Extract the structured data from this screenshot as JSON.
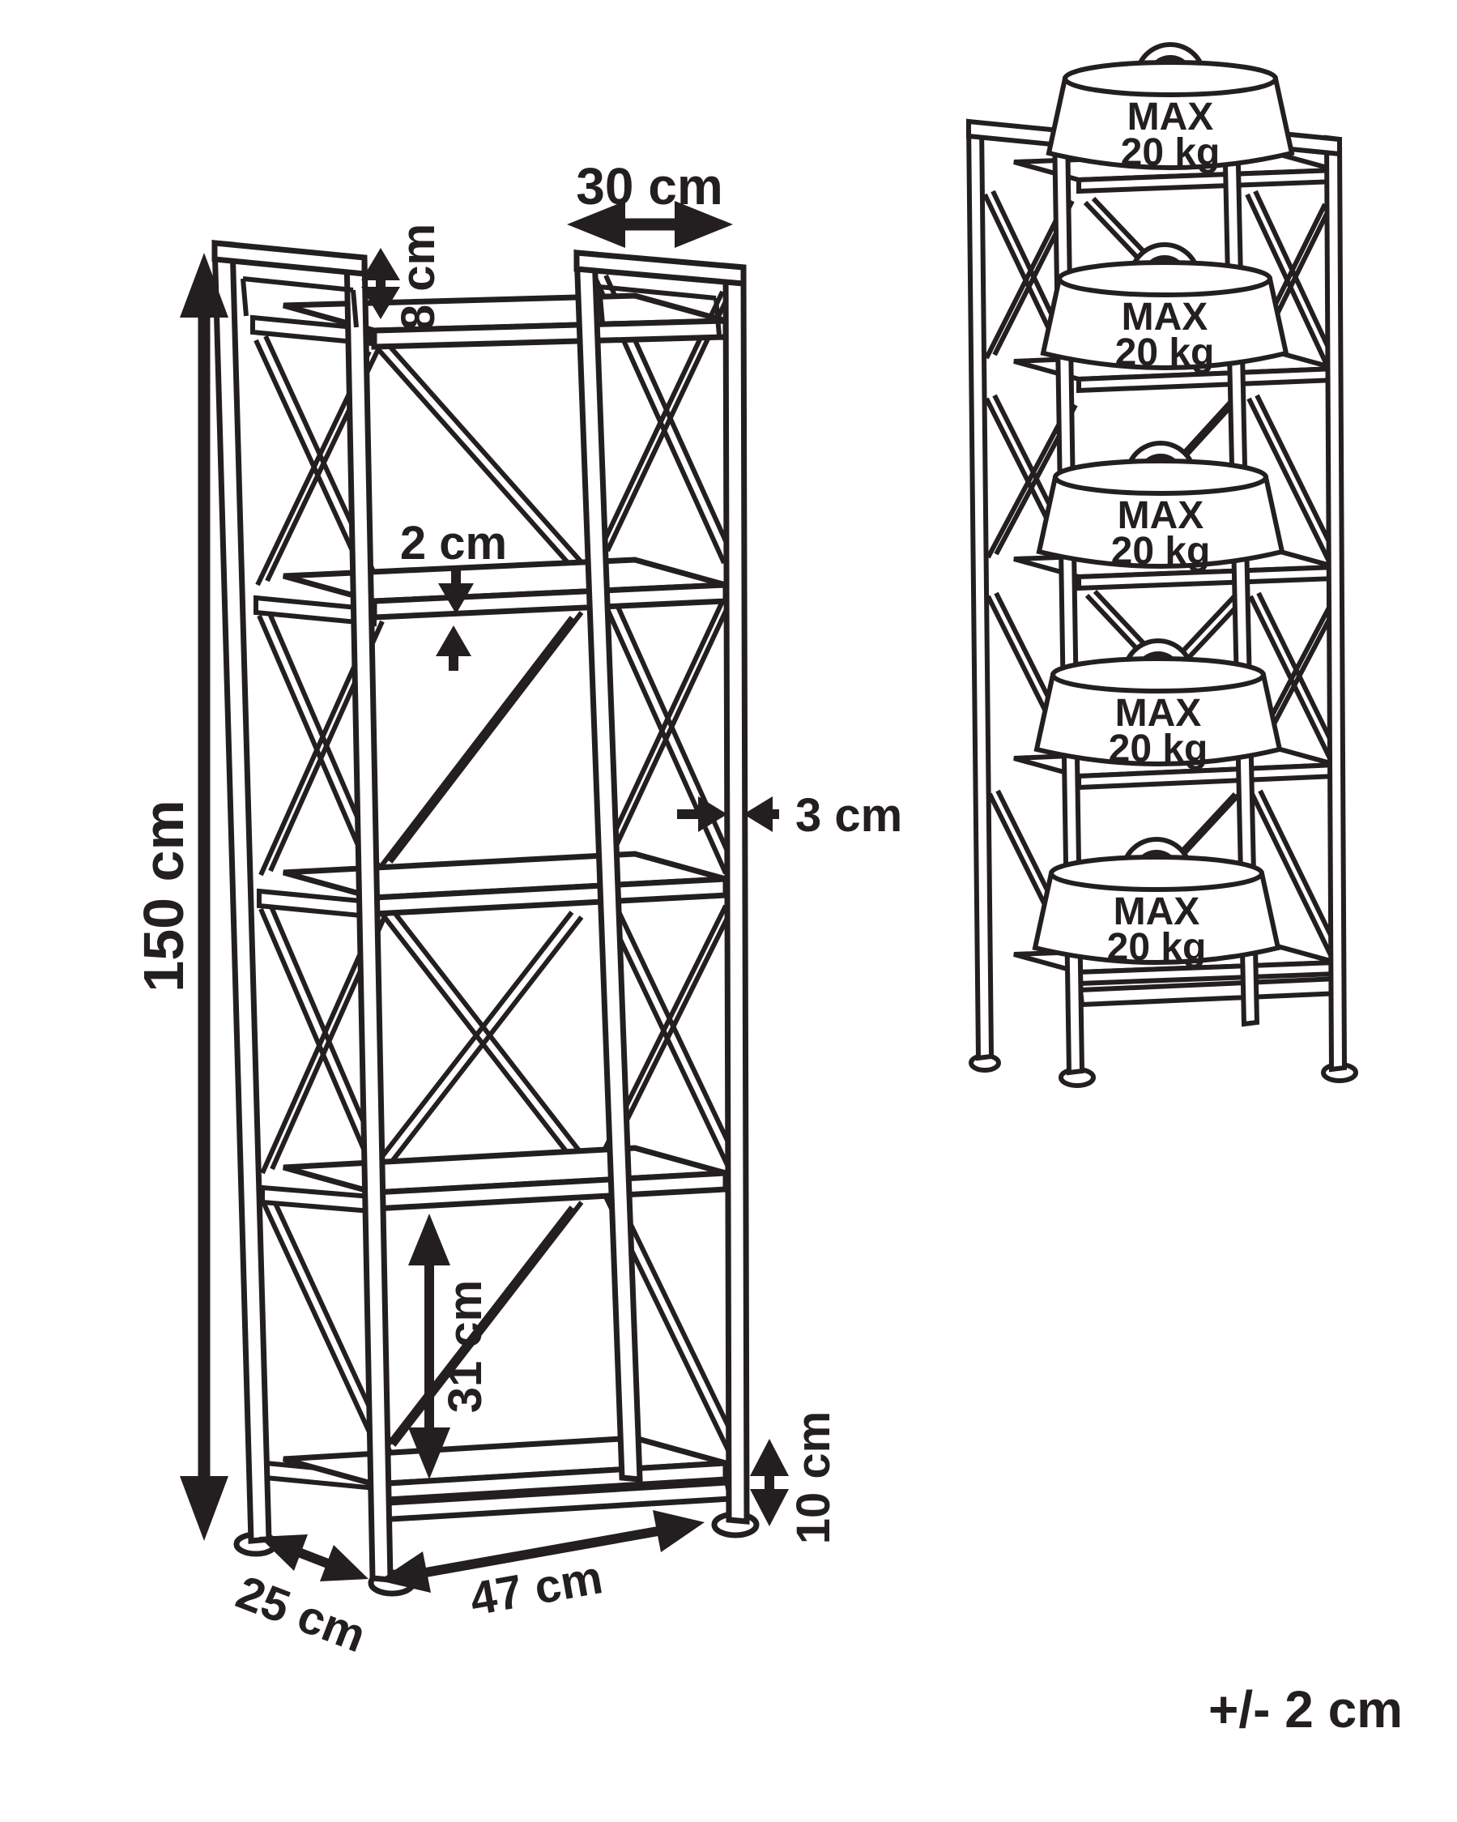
{
  "colors": {
    "ink": "#231f20",
    "background": "#ffffff"
  },
  "left_diagram": {
    "labels": {
      "total_height": "150 cm",
      "top_width": "30 cm",
      "top_offset": "8 cm",
      "shelf_thickness": "2 cm",
      "frame_thickness": "3 cm",
      "lower_section_height": "31 cm",
      "foot_clearance": "10 cm",
      "depth": "25 cm",
      "width": "47 cm"
    }
  },
  "right_diagram": {
    "weights": [
      {
        "max_label": "MAX",
        "weight_label": "20 kg"
      },
      {
        "max_label": "MAX",
        "weight_label": "20 kg"
      },
      {
        "max_label": "MAX",
        "weight_label": "20 kg"
      },
      {
        "max_label": "MAX",
        "weight_label": "20 kg"
      },
      {
        "max_label": "MAX",
        "weight_label": "20 kg"
      }
    ]
  },
  "footer": {
    "tolerance": "+/- 2 cm"
  }
}
